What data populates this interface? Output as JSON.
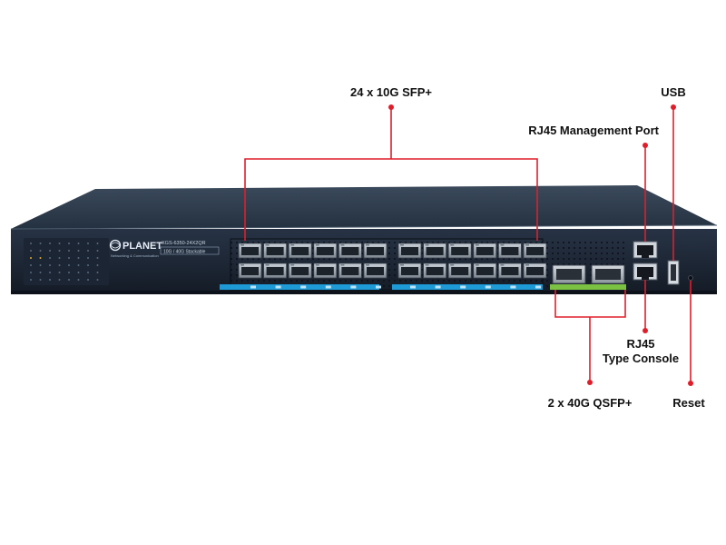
{
  "callouts": {
    "sfp": "24 x 10G SFP+",
    "usb": "USB",
    "mgmt": "RJ45 Management Port",
    "console_line1": "RJ45",
    "console_line2": "Type Console",
    "qsfp": "2 x 40G QSFP+",
    "reset": "Reset"
  },
  "device": {
    "brand": "PLANET",
    "brand_tagline": "Networking & Communication",
    "model": "XGS-6350-24X2QR",
    "features": "10G / 40G Stackable"
  },
  "colors": {
    "callout_line": "#e01e2a",
    "chassis_top": "#2c3948",
    "chassis_front": "#1b2432",
    "port_label_strip": "#1e9ad6",
    "qsfp_strip": "#7cc242",
    "port_cage": "#9aa3ad"
  }
}
